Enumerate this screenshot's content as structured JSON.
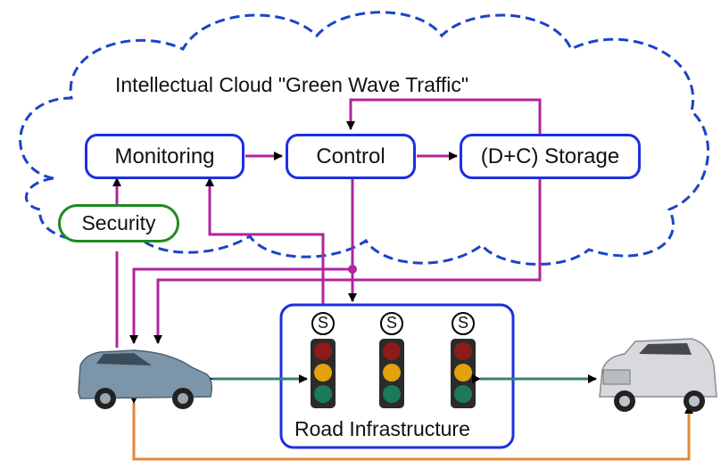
{
  "cloud": {
    "title": "Intellectual Cloud  \"Green Wave Traffic\""
  },
  "nodes": {
    "monitoring": "Monitoring",
    "control": "Control",
    "storage": "(D+C) Storage",
    "security": "Security"
  },
  "infrastructure": {
    "label": "Road Infrastructure",
    "sensor_glyph": "S"
  },
  "colors": {
    "cloud_border": "#1a44c8",
    "box_border": "#1d2fe0",
    "security_border": "#1f8a1f",
    "data_line": "#b0249e",
    "v2i_line": "#3c7f73",
    "v2v_line": "#e08a3a"
  }
}
